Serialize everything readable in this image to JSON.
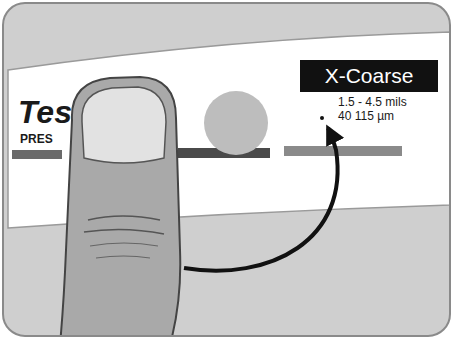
{
  "diagram": {
    "nodes": [
      {
        "text": [
          "X-Coarse"
        ]
      }
    ],
    "labels": [
      "Tes",
      "PRES",
      "1.5 - 4.5 mils",
      "40 115 µm"
    ]
  }
}
